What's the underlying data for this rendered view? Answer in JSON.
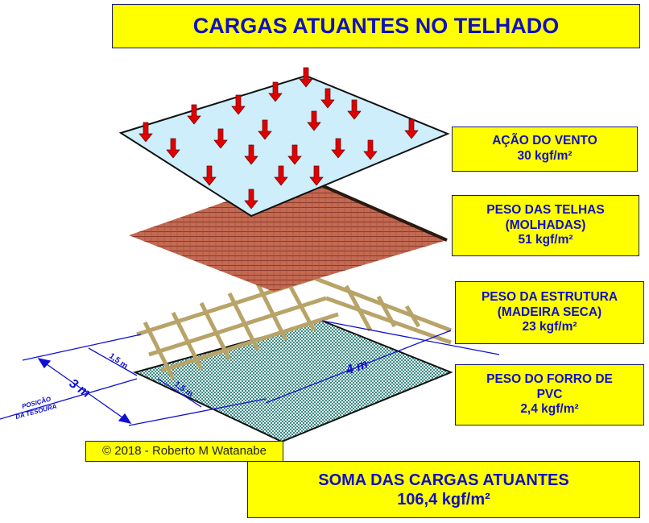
{
  "title": "CARGAS  ATUANTES NO TELHADO",
  "loads": [
    {
      "lines": [
        "AÇÃO DO VENTO",
        "30 kgf/m²"
      ]
    },
    {
      "lines": [
        "PESO DAS TELHAS",
        "(MOLHADAS)",
        "51 kgf/m²"
      ]
    },
    {
      "lines": [
        "PESO DA ESTRUTURA",
        "(MADEIRA SECA)",
        "23 kgf/m²"
      ]
    },
    {
      "lines": [
        "PESO DO FORRO DE",
        "PVC",
        "2,4 kgf/m²"
      ]
    }
  ],
  "copyright": "© 2018 - Roberto  M Watanabe",
  "total": {
    "label": "SOMA DAS CARGAS ATUANTES",
    "value": "106,4 kgf/m²"
  },
  "dimensions": {
    "width": "3 m",
    "length": "4 m",
    "half1": "1,5 m",
    "half2": "1,5 m",
    "truss_position_1": "POSIÇÃO",
    "truss_position_2": "DA TESOURA"
  },
  "colors": {
    "box": "#ffff00",
    "text": "#1010c0",
    "arrow": "#e00000",
    "plane": "#cdeefa",
    "roof": "#c0604a",
    "wood": "#d8c890",
    "floor": "#6aa8a0"
  }
}
